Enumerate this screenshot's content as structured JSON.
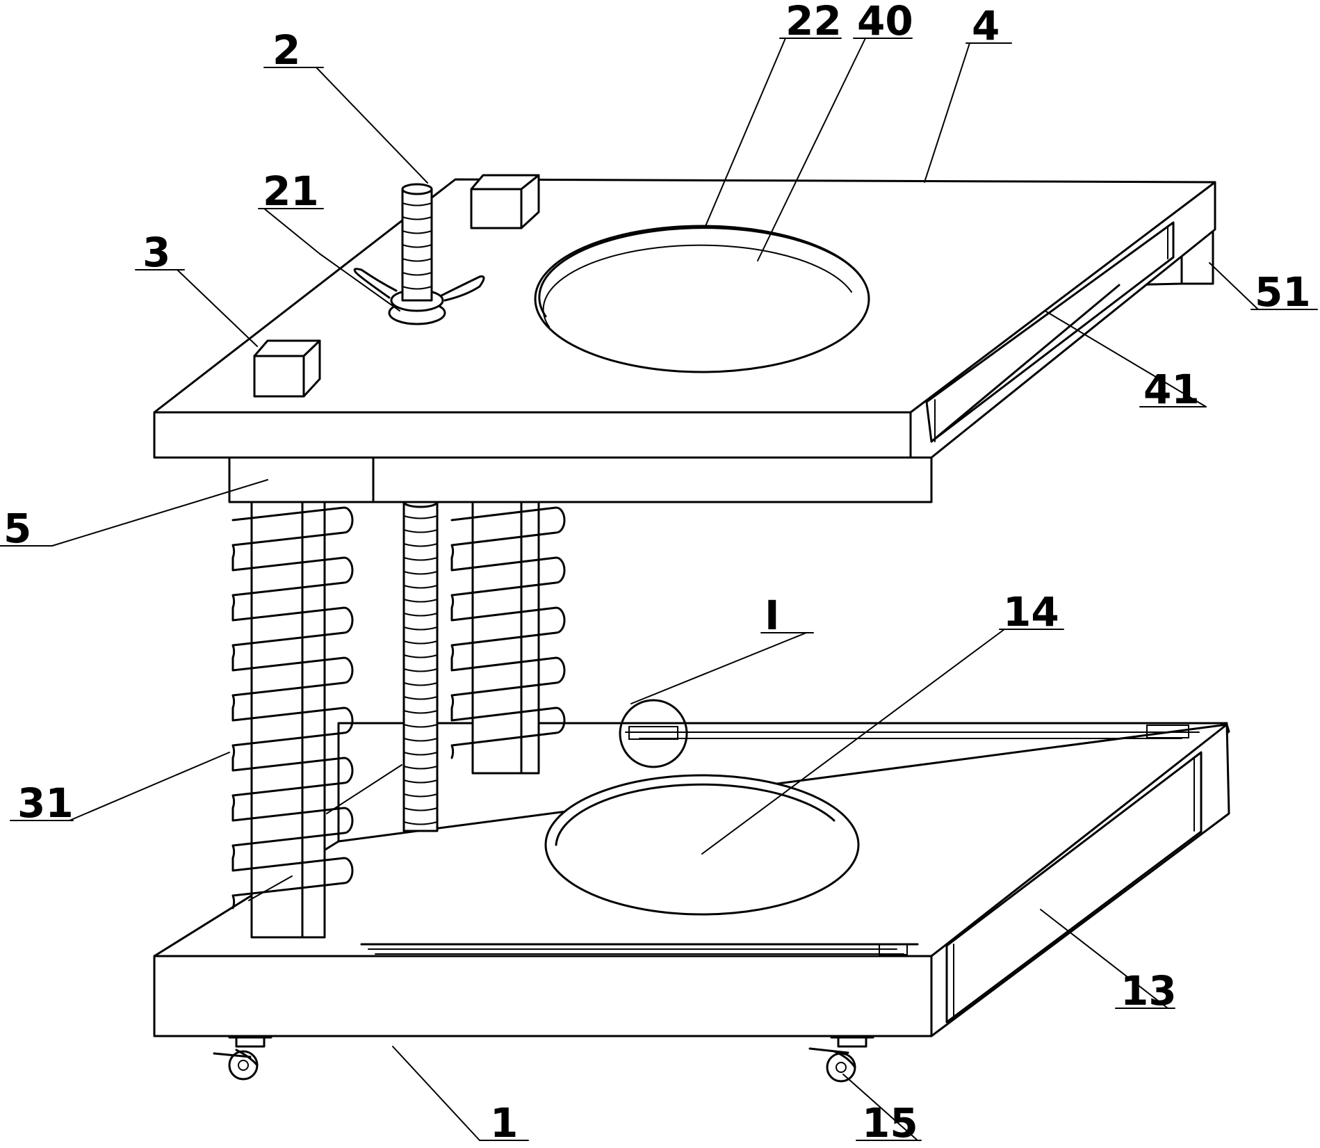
{
  "labels": {
    "l2": "2",
    "l21": "21",
    "l3": "3",
    "l22": "22",
    "l40": "40",
    "l4": "4",
    "l51": "51",
    "l41": "41",
    "l5": "5",
    "lI": "I",
    "l14": "14",
    "l31": "31",
    "l13": "13",
    "l1": "1",
    "l15": "15"
  },
  "colors": {
    "line": "#000000",
    "background": "#ffffff"
  }
}
